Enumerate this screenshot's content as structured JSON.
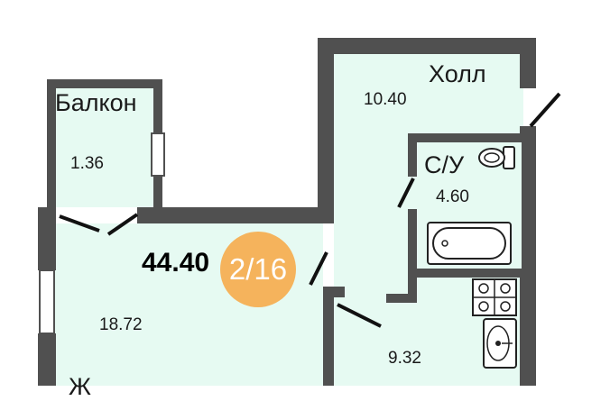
{
  "rooms": {
    "balcony": {
      "name": "Балкон",
      "area": "1.36"
    },
    "hall": {
      "name": "Холл",
      "area": "10.40"
    },
    "bathroom": {
      "name": "С/У",
      "area": "4.60"
    },
    "living": {
      "name": "Ж",
      "area": "18.72"
    },
    "kitchen": {
      "area": "9.32"
    }
  },
  "total_area": "44.40",
  "floor_badge": "2/16",
  "colors": {
    "room_fill": "#e6faf2",
    "wall": "#505050",
    "badge": "#f5b35c",
    "door_line": "#111111"
  }
}
